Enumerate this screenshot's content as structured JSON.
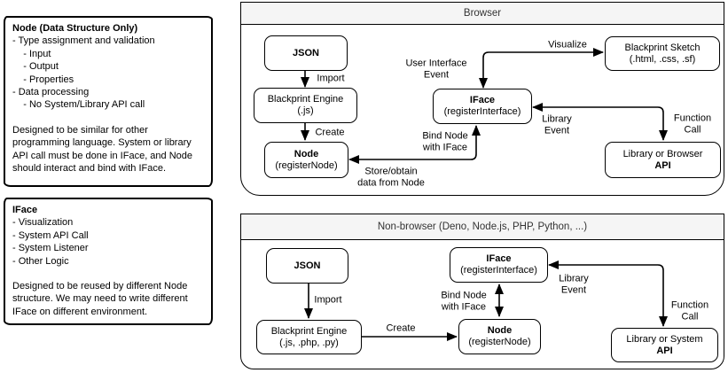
{
  "colors": {
    "stroke": "#000000",
    "section_fill": "#f5f5f5",
    "box_fill": "#ffffff",
    "text": "#000000"
  },
  "notes": {
    "node": {
      "title": "Node (Data Structure Only)",
      "body": "- Type assignment and validation\n    - Input\n    - Output\n    - Properties\n- Data processing\n    - No System/Library API call",
      "paragraph": "Designed to be similar for other\nprogramming language. System or library\nAPI call must be done in IFace, and Node\nshould interact and bind with IFace."
    },
    "iface": {
      "title": "IFace",
      "body": "- Visualization\n- System API Call\n- System Listener\n- Other Logic",
      "paragraph": "Designed to be reused by different Node\nstructure. We may need to write different\nIFace on different environment."
    }
  },
  "browser": {
    "title": "Browser",
    "boxes": {
      "json": {
        "title": "JSON"
      },
      "engine": {
        "title": "Blackprint Engine",
        "subtitle": "(.js)"
      },
      "node": {
        "title": "Node",
        "subtitle": "(registerNode)"
      },
      "iface": {
        "title": "IFace",
        "subtitle": "(registerInterface)"
      },
      "sketch": {
        "title": "Blackprint Sketch",
        "subtitle": "(.html, .css, .sf)"
      },
      "api": {
        "title": "Library or Browser",
        "subtitle": "API"
      }
    },
    "labels": {
      "import": "Import",
      "create": "Create",
      "visualize": "Visualize",
      "ui_event": "User Interface\nEvent",
      "library_event": "Library\nEvent",
      "function_call": "Function\nCall",
      "bind_node": "Bind Node\nwith IFace",
      "store_obtain": "Store/obtain\ndata from Node"
    }
  },
  "nonbrowser": {
    "title": "Non-browser (Deno, Node.js, PHP, Python, ...)",
    "boxes": {
      "json": {
        "title": "JSON"
      },
      "engine": {
        "title": "Blackprint Engine",
        "subtitle": "(.js, .php, .py)"
      },
      "node": {
        "title": "Node",
        "subtitle": "(registerNode)"
      },
      "iface": {
        "title": "IFace",
        "subtitle": "(registerInterface)"
      },
      "api": {
        "title": "Library or System",
        "subtitle": "API"
      }
    },
    "labels": {
      "import": "Import",
      "create": "Create",
      "bind_node": "Bind Node\nwith IFace",
      "library_event": "Library\nEvent",
      "function_call": "Function\nCall"
    }
  }
}
